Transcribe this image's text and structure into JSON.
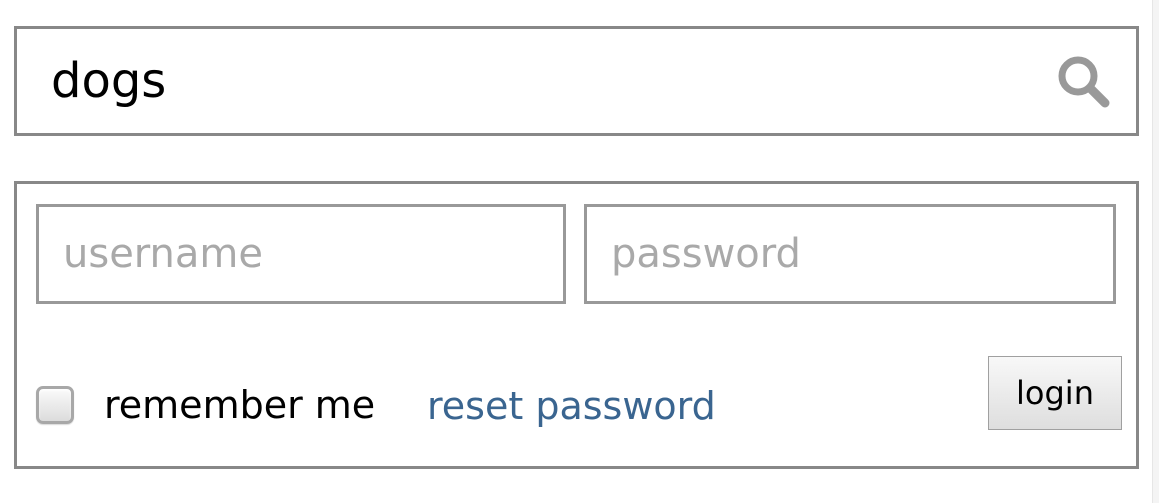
{
  "search": {
    "value": "dogs",
    "icon": "search-icon"
  },
  "login": {
    "username_placeholder": "username",
    "password_placeholder": "password",
    "remember_label": "remember me",
    "reset_link": "reset password",
    "button_label": "login"
  },
  "colors": {
    "border": "#888888",
    "link": "#3a6590",
    "placeholder": "#a9a9a9",
    "icon": "#999999"
  }
}
